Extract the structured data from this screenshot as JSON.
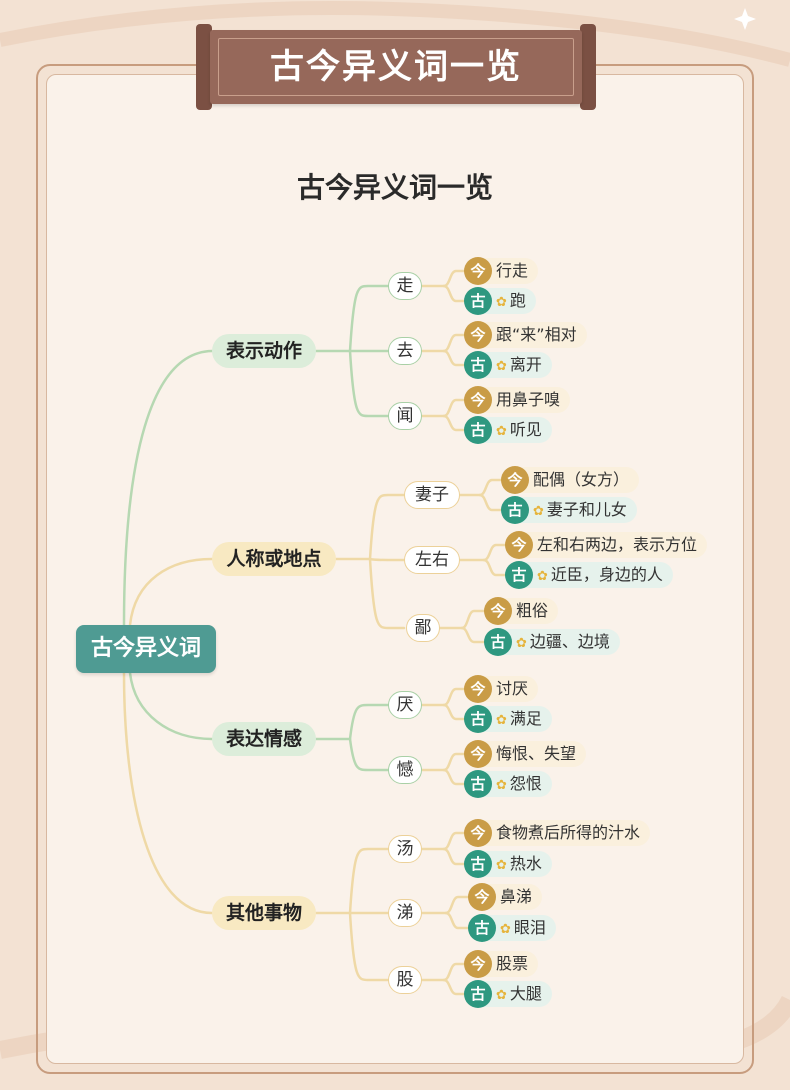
{
  "banner": {
    "title": "古今异义词一览"
  },
  "page": {
    "title": "古今异义词一览"
  },
  "root": {
    "label": "古今异义词"
  },
  "badges": {
    "modern": "今",
    "ancient": "古"
  },
  "colors": {
    "root": "#4f9b93",
    "modern_badge": "#c99c46",
    "ancient_badge": "#2e9880",
    "banner": "#96685a"
  },
  "categories": [
    {
      "label": "表示动作",
      "words": [
        {
          "word": "走",
          "modern": "行走",
          "ancient": "跑"
        },
        {
          "word": "去",
          "modern": "跟“来”相对",
          "ancient": "离开"
        },
        {
          "word": "闻",
          "modern": "用鼻子嗅",
          "ancient": "听见"
        }
      ]
    },
    {
      "label": "人称或地点",
      "words": [
        {
          "word": "妻子",
          "modern": "配偶（女方）",
          "ancient": "妻子和儿女"
        },
        {
          "word": "左右",
          "modern": "左和右两边，表示方位",
          "ancient": "近臣，身边的人"
        },
        {
          "word": "鄙",
          "modern": "粗俗",
          "ancient": "边疆、边境"
        }
      ]
    },
    {
      "label": "表达情感",
      "words": [
        {
          "word": "厌",
          "modern": "讨厌",
          "ancient": "满足"
        },
        {
          "word": "憾",
          "modern": "悔恨、失望",
          "ancient": "怨恨"
        }
      ]
    },
    {
      "label": "其他事物",
      "words": [
        {
          "word": "汤",
          "modern": "食物煮后所得的汁水",
          "ancient": "热水"
        },
        {
          "word": "涕",
          "modern": "鼻涕",
          "ancient": "眼泪"
        },
        {
          "word": "股",
          "modern": "股票",
          "ancient": "大腿"
        }
      ]
    }
  ]
}
